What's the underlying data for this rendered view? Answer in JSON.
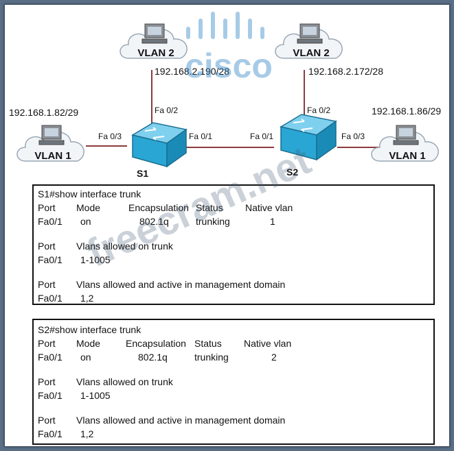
{
  "hosts": {
    "top_left": {
      "vlan": "VLAN 2",
      "ip": "192.168.2.190/28"
    },
    "top_right": {
      "vlan": "VLAN 2",
      "ip": "192.168.2.172/28"
    },
    "left": {
      "vlan": "VLAN 1",
      "ip": "192.168.1.82/29"
    },
    "right": {
      "vlan": "VLAN 1",
      "ip": "192.168.1.86/29"
    }
  },
  "switches": {
    "s1": {
      "name": "S1",
      "port_top": "Fa 0/2",
      "port_left": "Fa 0/3",
      "port_right": "Fa 0/1"
    },
    "s2": {
      "name": "S2",
      "port_top": "Fa 0/2",
      "port_left": "Fa 0/1",
      "port_right": "Fa 0/3"
    }
  },
  "outputs": [
    {
      "command": "S1#show interface trunk",
      "headers": [
        "Port",
        "Mode",
        "Encapsulation",
        "Status",
        "Native vlan"
      ],
      "row": [
        "Fa0/1",
        "on",
        "802.1q",
        "trunking",
        "1"
      ],
      "allowed_label": "Vlans allowed on trunk",
      "allowed_port": "Fa0/1",
      "allowed_value": "1-1005",
      "active_label": "Vlans allowed and active in management domain",
      "active_port": "Fa0/1",
      "active_value": "1,2",
      "port_label": "Port"
    },
    {
      "command": "S2#show interface trunk",
      "headers": [
        "Port",
        "Mode",
        "Encapsulation",
        "Status",
        "Native vlan"
      ],
      "row": [
        "Fa0/1",
        "on",
        "802.1q",
        "trunking",
        "2"
      ],
      "allowed_label": "Vlans allowed on trunk",
      "allowed_port": "Fa0/1",
      "allowed_value": "1-1005",
      "active_label": "Vlans allowed and active in management domain",
      "active_port": "Fa0/1",
      "active_value": "1,2",
      "port_label": "Port"
    }
  ],
  "watermarks": {
    "logo": "cisco",
    "site": "freecram.net"
  },
  "colors": {
    "link": "#8b3b3b",
    "switch": "#2aa6d4",
    "frame": "#5a6f86"
  }
}
